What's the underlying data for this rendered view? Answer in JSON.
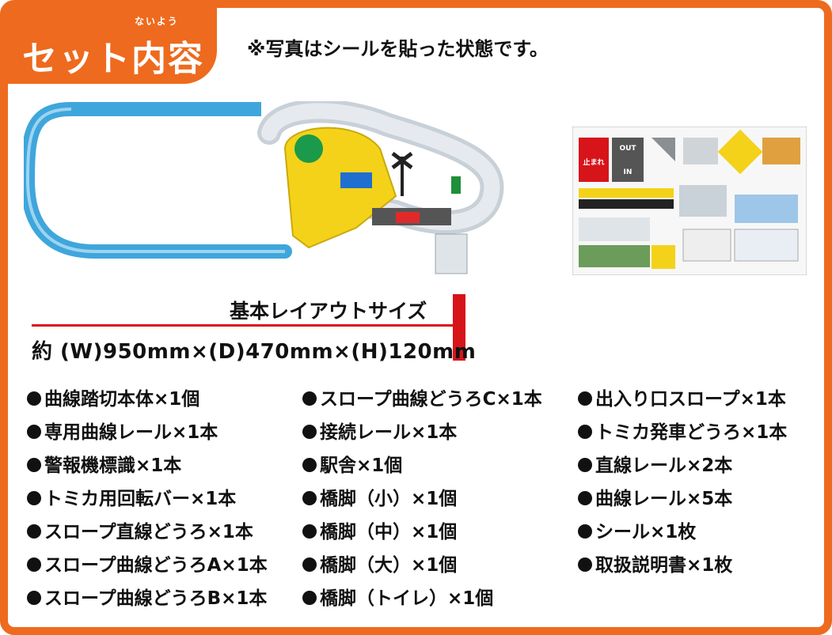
{
  "header": {
    "title_ruby": "ないよう",
    "title": "セット内容",
    "note": "※写真はシールを貼った状態です。"
  },
  "layout": {
    "title": "基本レイアウトサイズ",
    "size": "約 (W)950mm×(D)470mm×(H)120mm"
  },
  "sticker": {
    "stop_text": "止まれ",
    "out_text": "OUT",
    "in_text": "IN"
  },
  "items": {
    "col1": [
      "曲線踏切本体×1個",
      "専用曲線レール×1本",
      "警報機標識×1本",
      "トミカ用回転バー×1本",
      "スロープ直線どうろ×1本",
      "スロープ曲線どうろA×1本",
      "スロープ曲線どうろB×1本"
    ],
    "col2": [
      "スロープ曲線どうろC×1本",
      "接続レール×1本",
      "駅舎×1個",
      "橋脚（小）×1個",
      "橋脚（中）×1個",
      "橋脚（大）×1個",
      "橋脚（トイレ）×1個"
    ],
    "col3": [
      "出入り口スロープ×1本",
      "トミカ発車どうろ×1本",
      "直線レール×2本",
      "曲線レール×5本",
      "シール×1枚",
      "取扱説明書×1枚"
    ]
  },
  "colors": {
    "frame": "#ee6a1e",
    "accent_red": "#d7141a",
    "rail_blue": "#3fa6dc",
    "body_yellow": "#f4d21a"
  }
}
